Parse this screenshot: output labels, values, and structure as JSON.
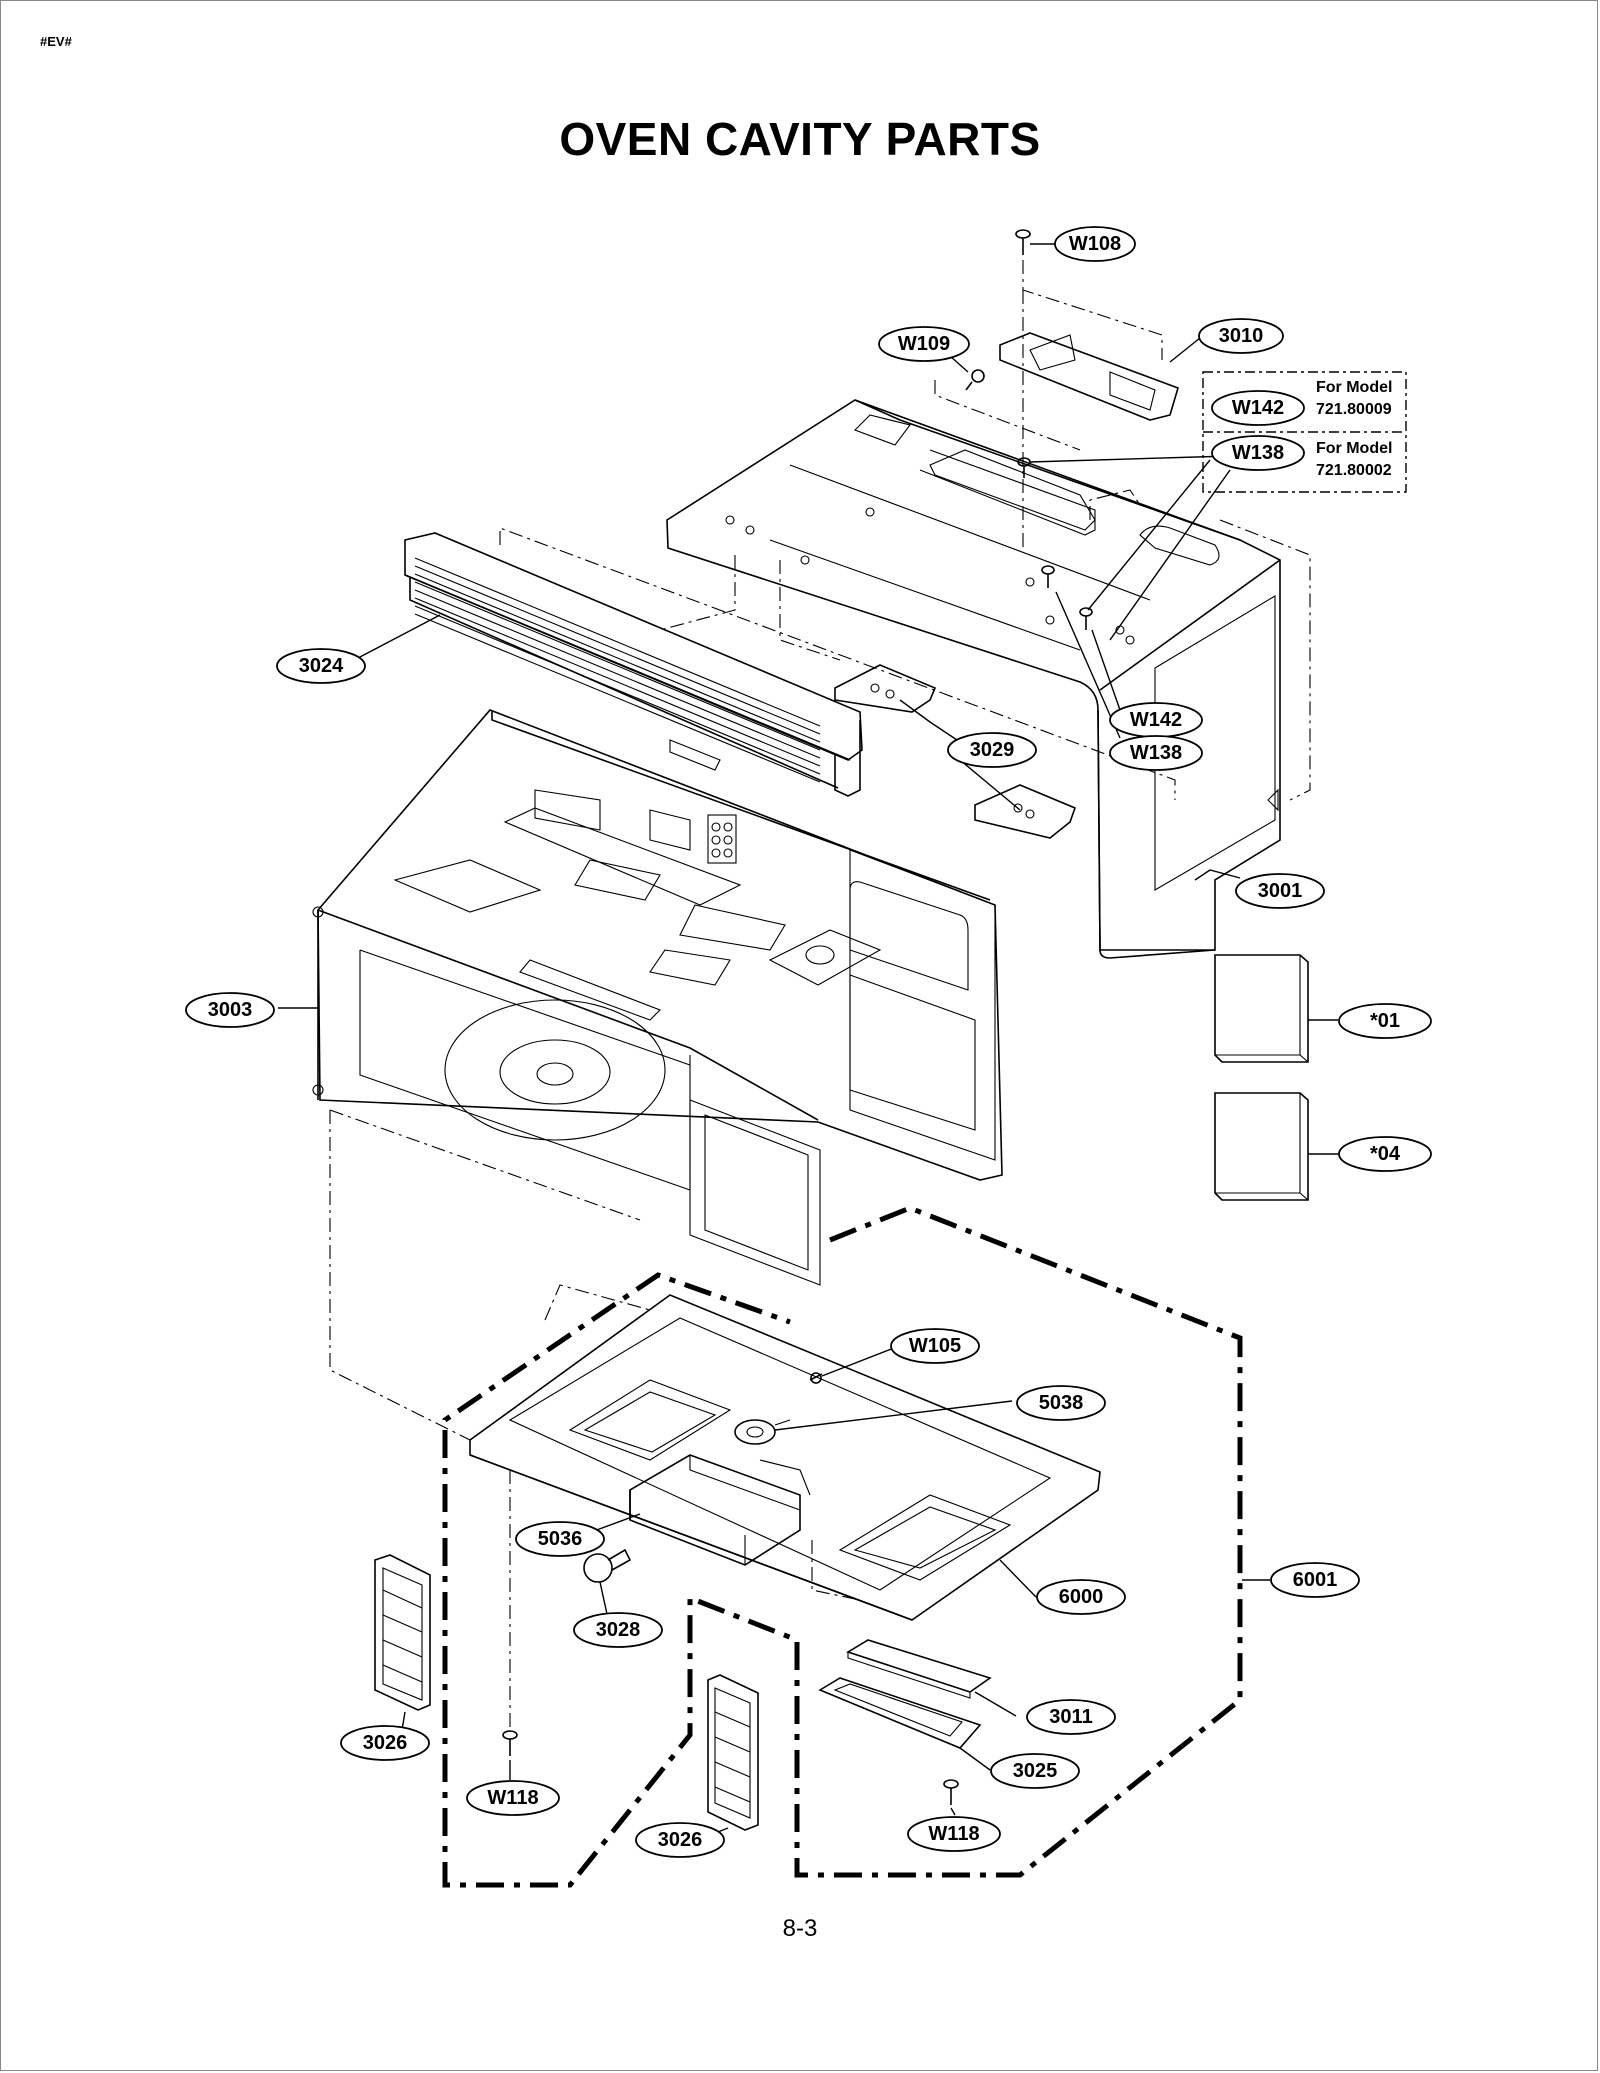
{
  "header_tag": "#EV#",
  "title": "OVEN CAVITY PARTS",
  "page_number": "8-3",
  "model_notes": [
    {
      "ref": "W142",
      "line1": "For Model",
      "line2": "721.80009"
    },
    {
      "ref": "W138",
      "line1": "For Model",
      "line2": "721.80002"
    }
  ],
  "parts": [
    {
      "id": "W108"
    },
    {
      "id": "W109"
    },
    {
      "id": "3010"
    },
    {
      "id": "W142"
    },
    {
      "id": "W138"
    },
    {
      "id": "3024"
    },
    {
      "id": "W142"
    },
    {
      "id": "W138"
    },
    {
      "id": "3029"
    },
    {
      "id": "3001"
    },
    {
      "id": "3003"
    },
    {
      "id": "*01"
    },
    {
      "id": "*04"
    },
    {
      "id": "W105"
    },
    {
      "id": "5038"
    },
    {
      "id": "5036"
    },
    {
      "id": "6000"
    },
    {
      "id": "6001"
    },
    {
      "id": "3028"
    },
    {
      "id": "3026"
    },
    {
      "id": "3011"
    },
    {
      "id": "3025"
    },
    {
      "id": "W118"
    },
    {
      "id": "W118"
    },
    {
      "id": "3026"
    }
  ]
}
